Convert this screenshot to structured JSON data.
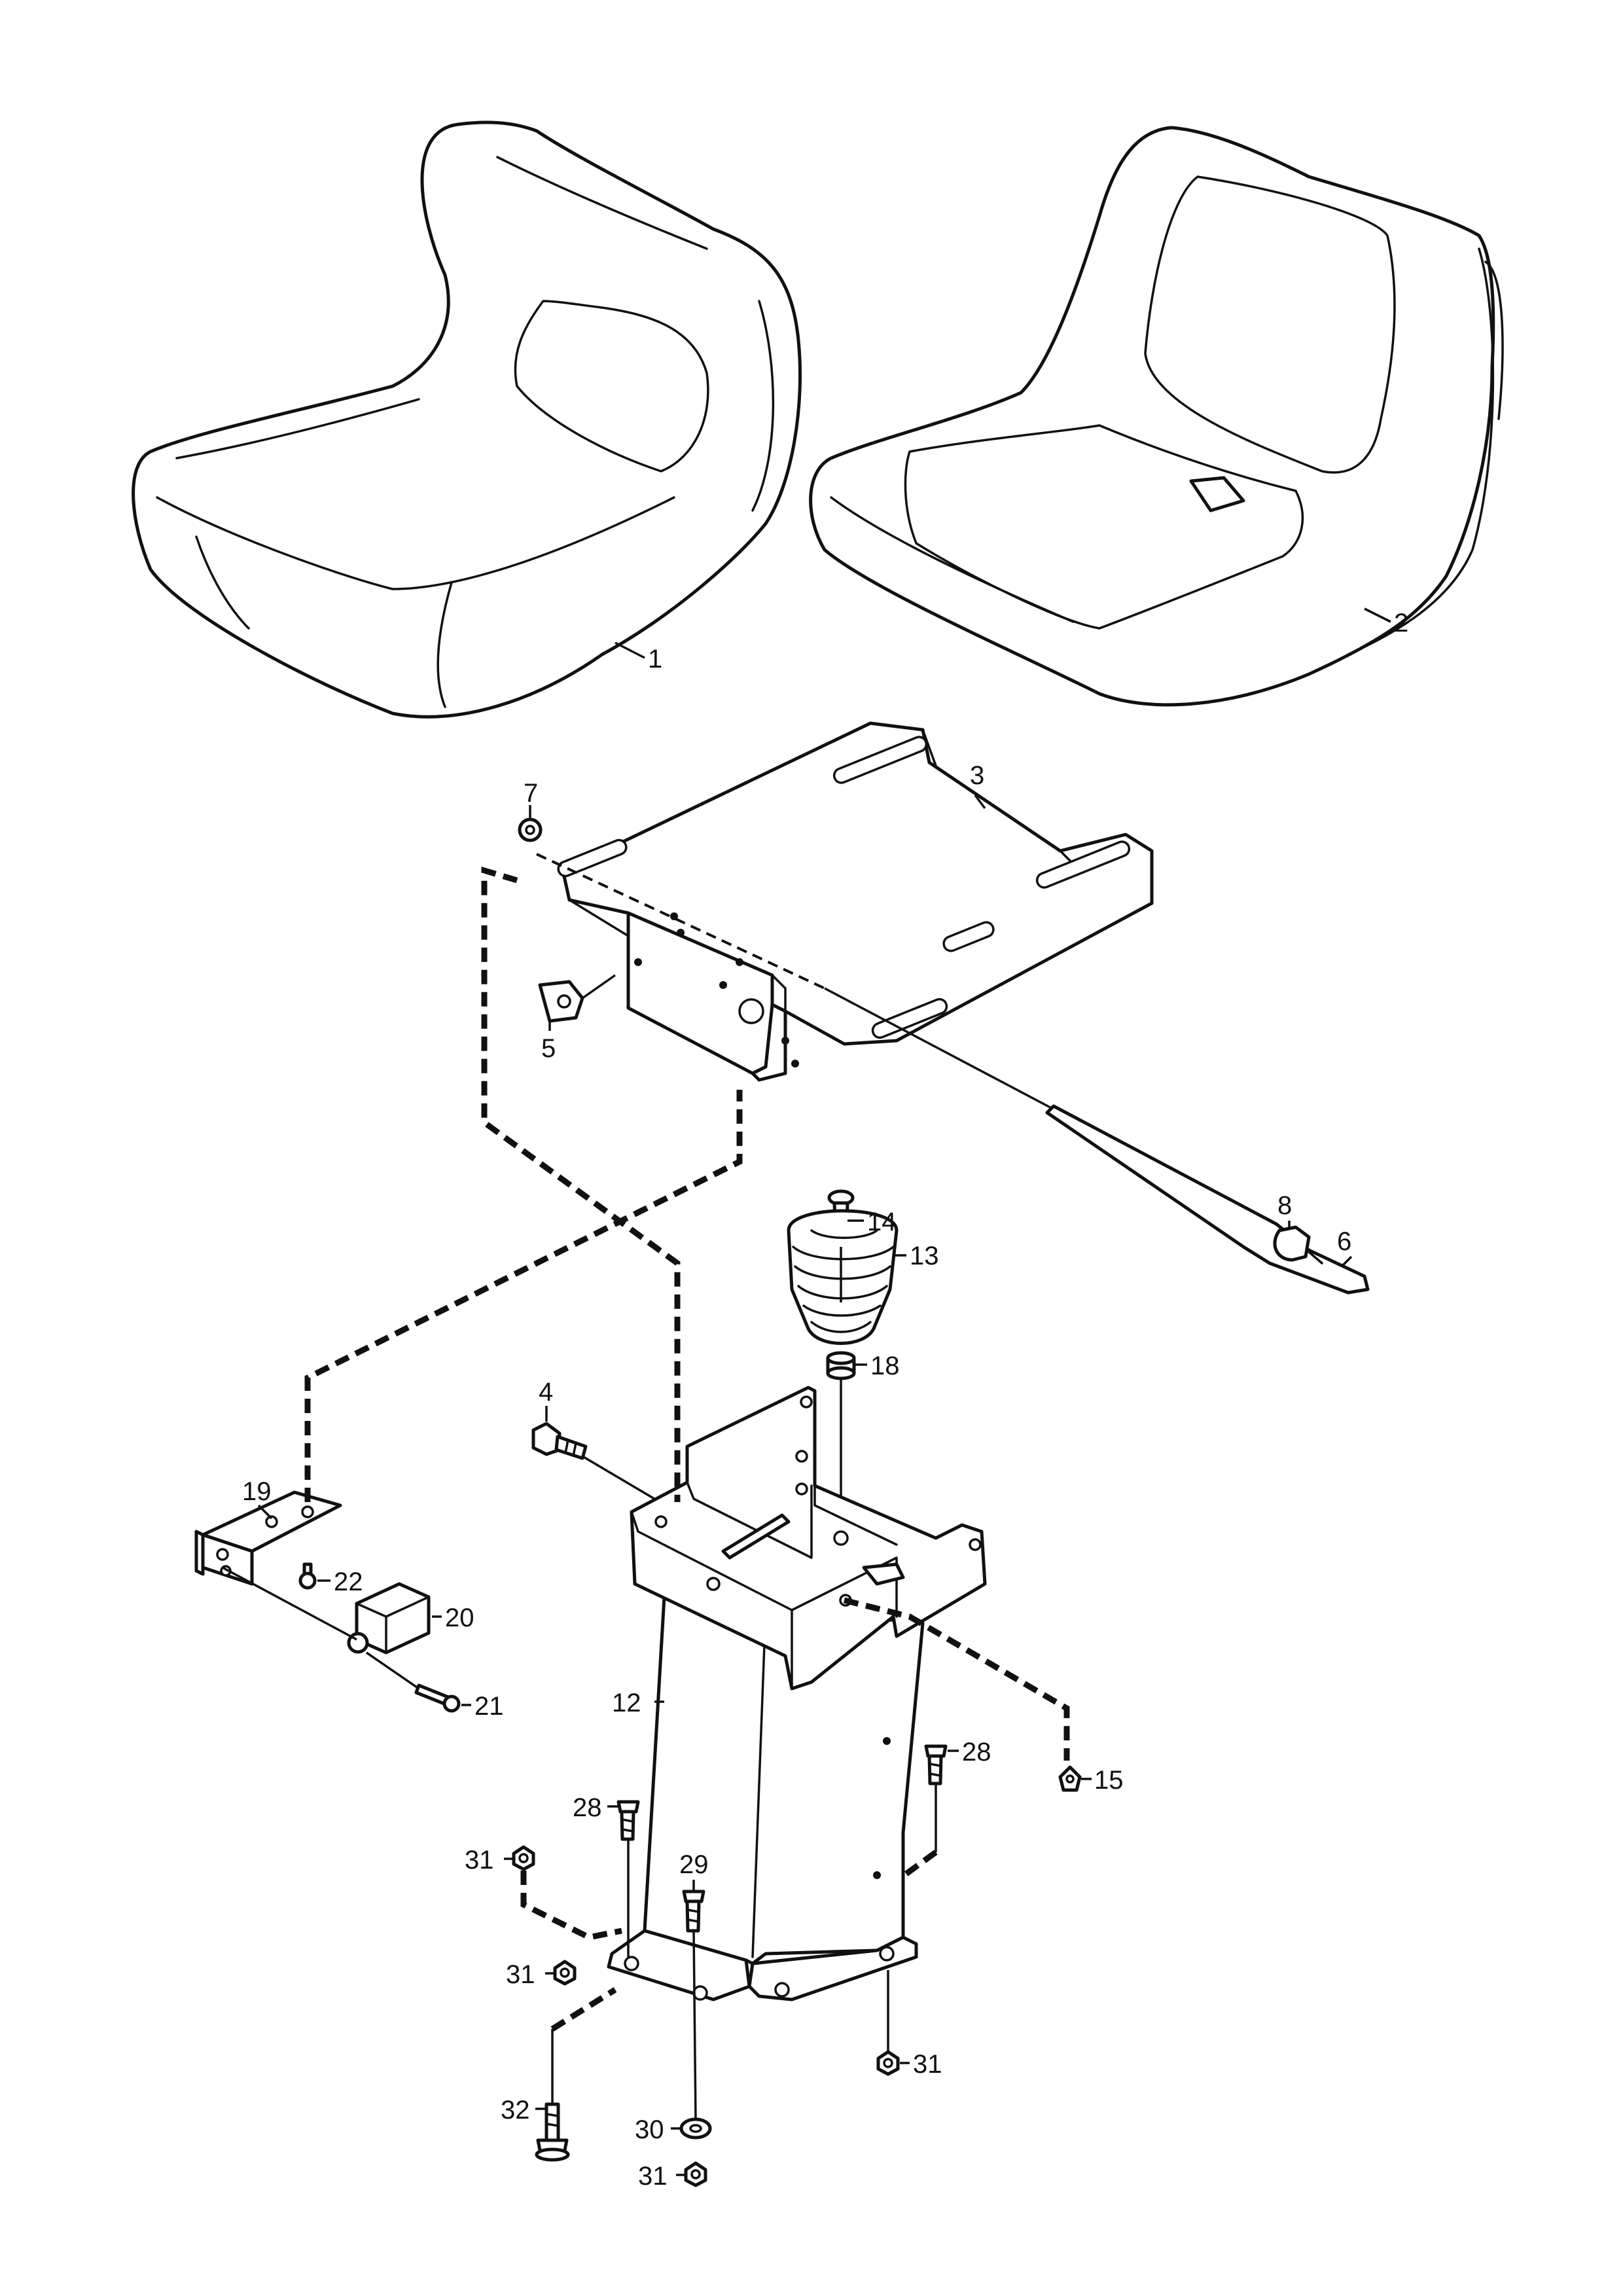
{
  "callouts": {
    "c1": "1",
    "c2": "2",
    "c3": "3",
    "c4": "4",
    "c5": "5",
    "c6": "6",
    "c7": "7",
    "c8": "8",
    "c12": "12",
    "c13": "13",
    "c14": "14",
    "c15": "15",
    "c18": "18",
    "c19": "19",
    "c20": "20",
    "c21": "21",
    "c22": "22",
    "c28a": "28",
    "c28b": "28",
    "c29": "29",
    "c30": "30",
    "c31a": "31",
    "c31b": "31",
    "c31c": "31",
    "c31d": "31",
    "c32": "32"
  },
  "colors": {
    "line": "#111111",
    "background": "#ffffff"
  }
}
